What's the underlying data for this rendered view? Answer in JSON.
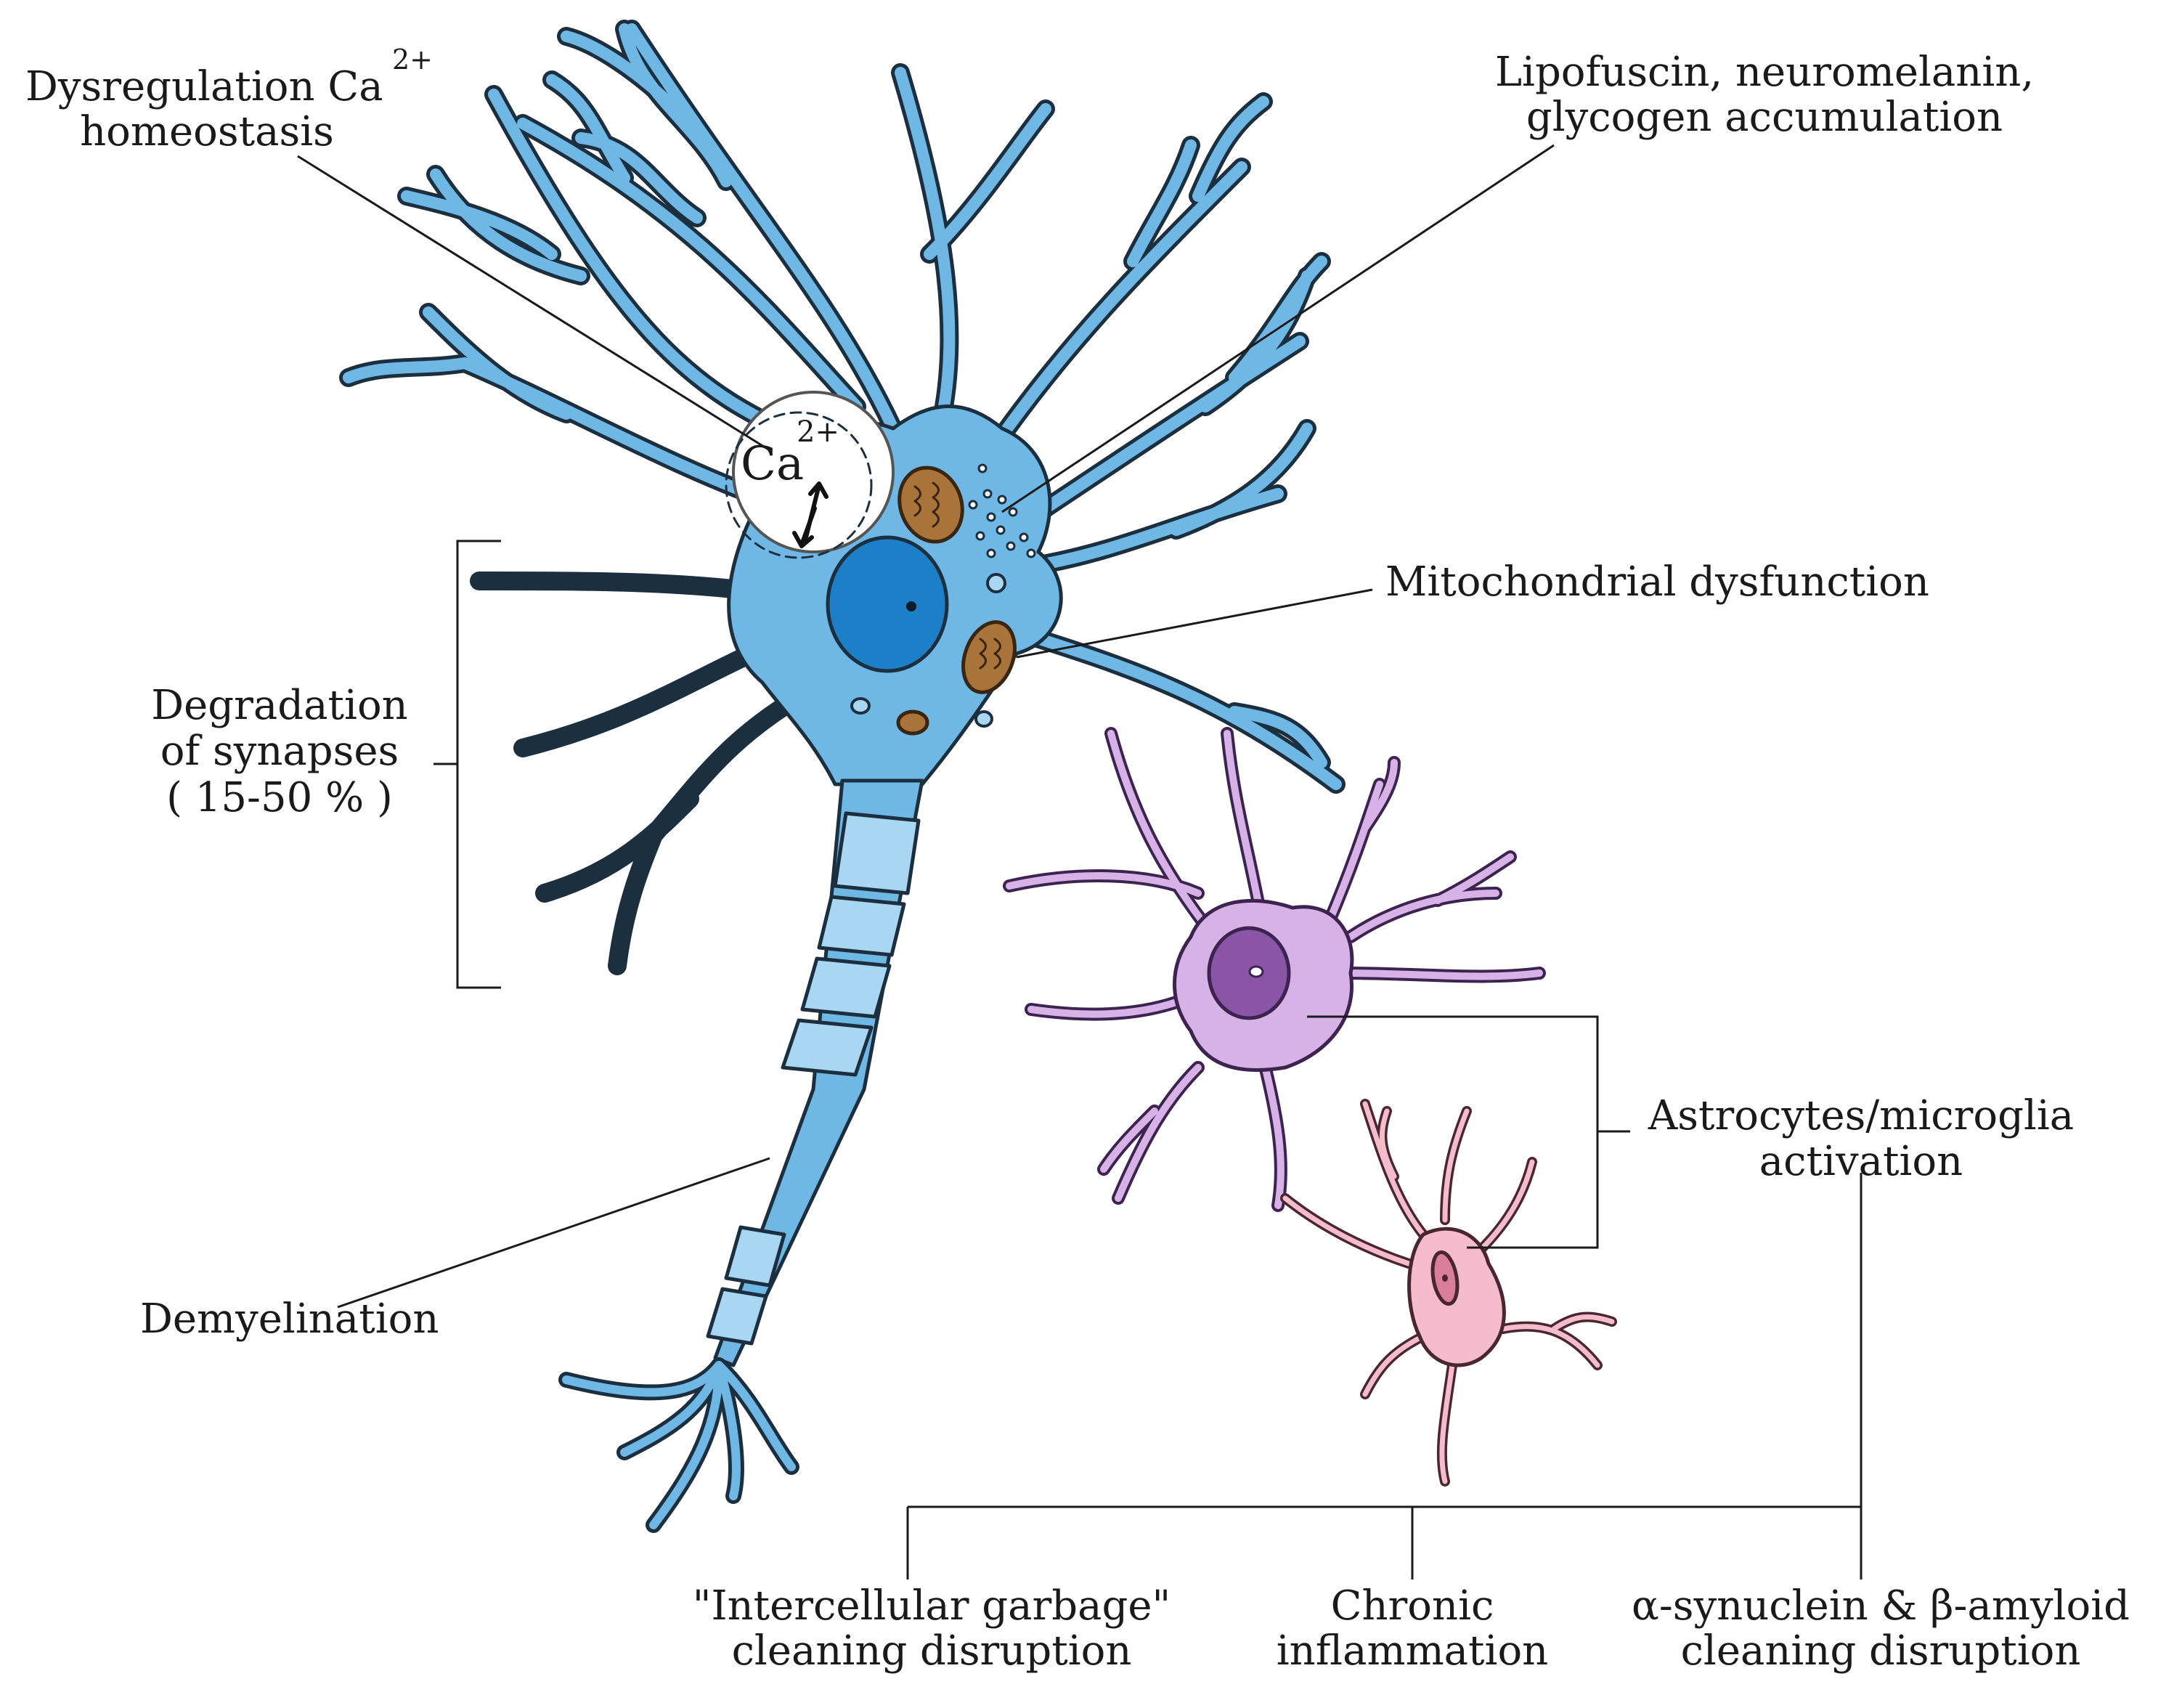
{
  "labels": {
    "calcium_line1": "Dysregulation Ca",
    "calcium_sup": "2+",
    "calcium_line2": "homeostasis",
    "lipofuscin_line1": "Lipofuscin, neuromelanin,",
    "lipofuscin_line2": "glycogen accumulation",
    "mito": "Mitochondrial dysfunction",
    "synapses_line1": "Degradation",
    "synapses_line2": "of synapses",
    "synapses_line3": "( 15-50 % )",
    "demyelination": "Demyelination",
    "glia_line1": "Astrocytes/microglia",
    "glia_line2": "activation",
    "garbage_line1": "\"Intercellular garbage\"",
    "garbage_line2": "cleaning disruption",
    "inflammation_line1": "Chronic",
    "inflammation_line2": "inflammation",
    "synuclein_line1": "α-synuclein & β-amyloid",
    "synuclein_line2": "cleaning disruption",
    "ca_bubble": "Ca",
    "ca_bubble_sup": "2+"
  },
  "colors": {
    "neuron_fill": "#6fb8e6",
    "neuron_stroke": "#1c2f3f",
    "nucleus": "#1d7fc8",
    "mitochondria": "#a8743a",
    "astrocyte": "#d6b2e6",
    "astrocyte_nucleus": "#8a55a6",
    "microglia": "#f5bccb",
    "myelin": "#a9d6f2",
    "line": "#1a1a1a"
  }
}
